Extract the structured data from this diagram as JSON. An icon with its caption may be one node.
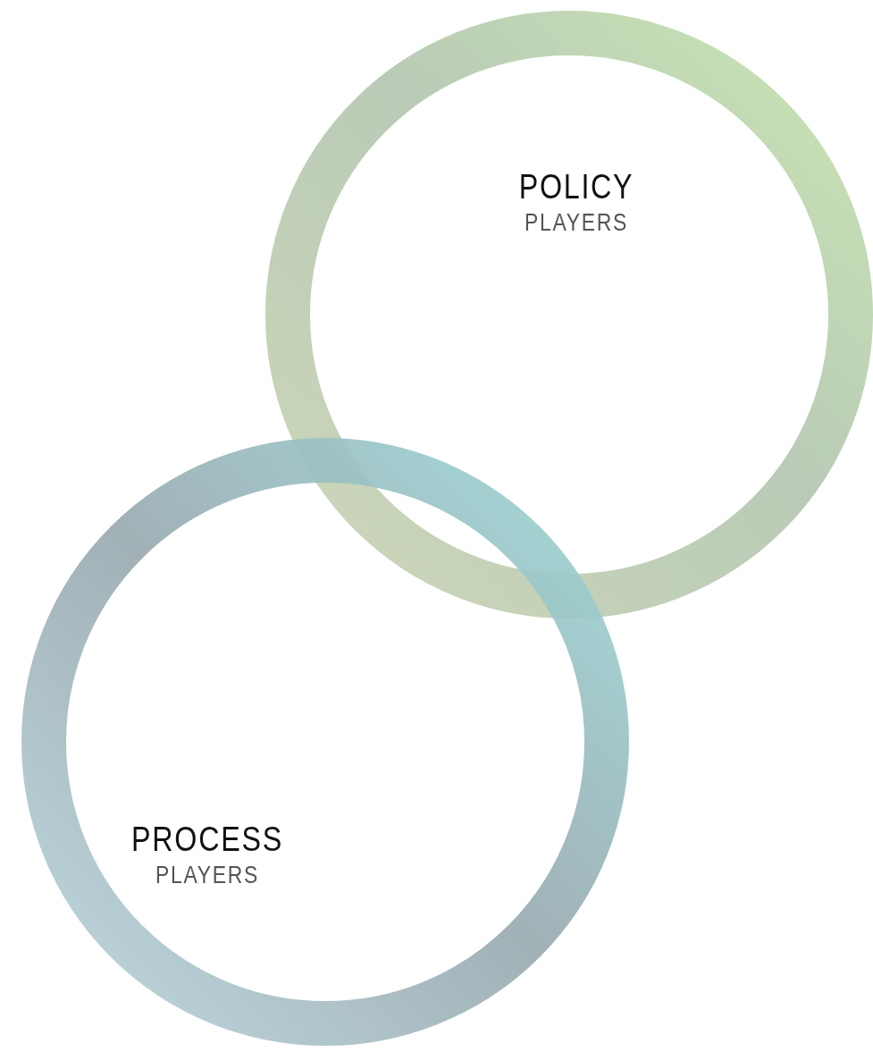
{
  "diagram": {
    "nodes": [
      {
        "text": [
          "POLICY",
          "PLAYERS"
        ]
      },
      {
        "text": [
          "PROCESS",
          "PLAYERS"
        ]
      }
    ]
  }
}
